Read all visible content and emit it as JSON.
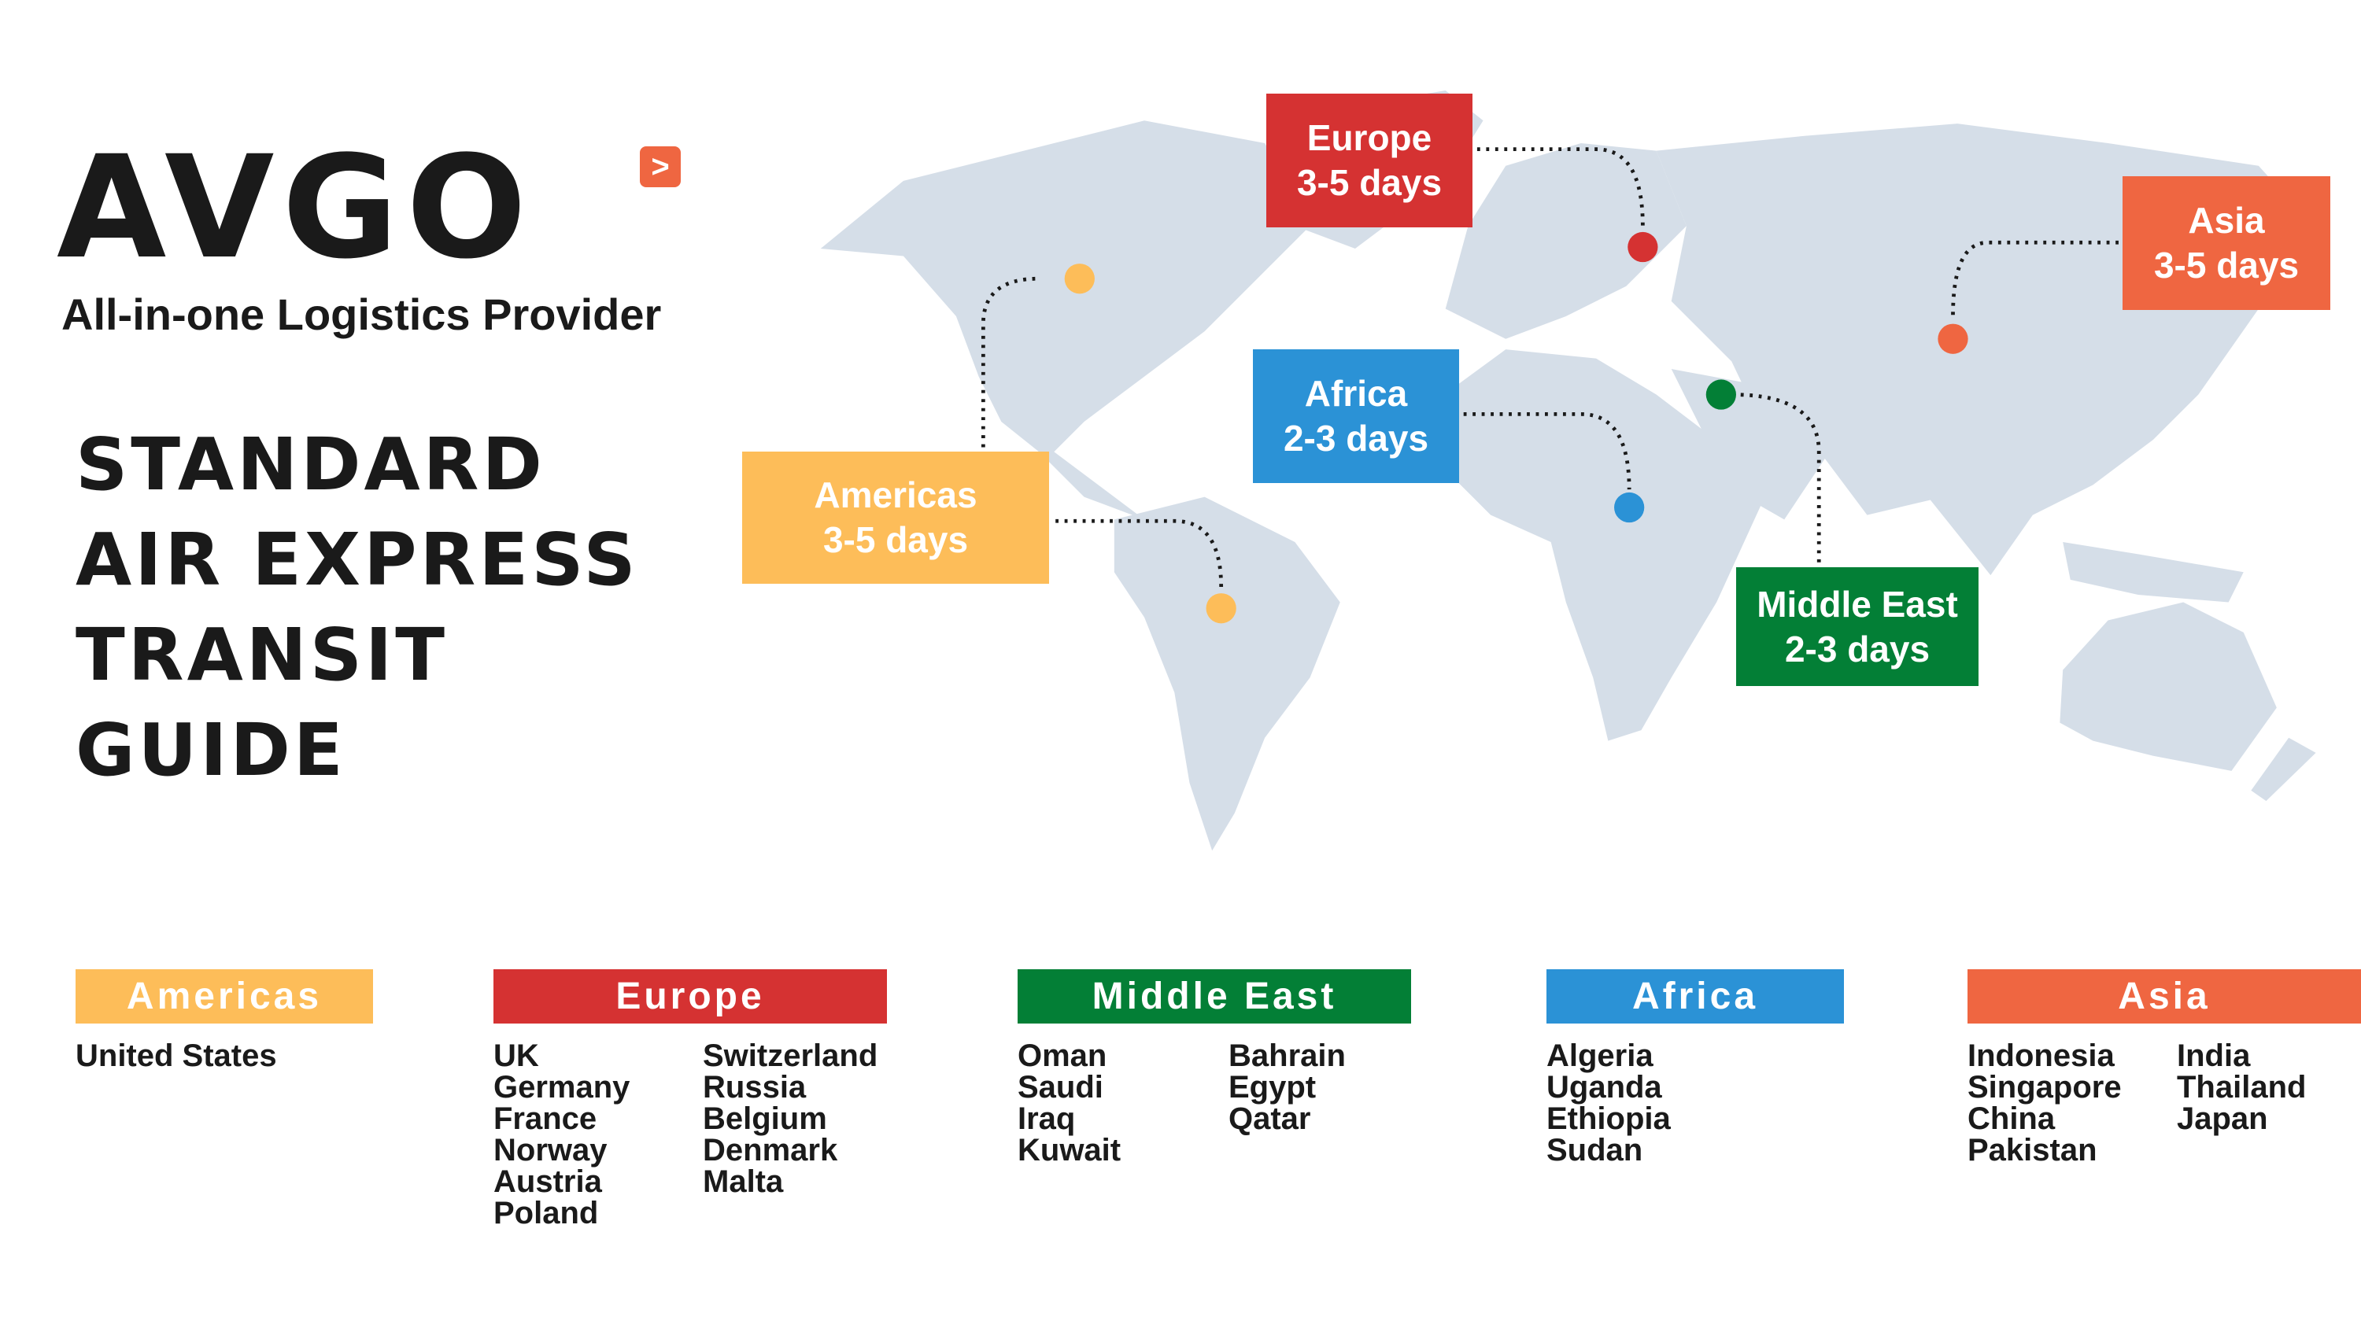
{
  "brand": {
    "logo": "AVGO",
    "badge": ">",
    "tagline": "All-in-one Logistics Provider"
  },
  "title": [
    "STANDARD",
    "AIR EXPRESS",
    "TRANSIT",
    "GUIDE"
  ],
  "colors": {
    "americas": "#fdbd59",
    "europe": "#d53232",
    "middle_east": "#037f36",
    "africa": "#2b92d6",
    "asia": "#ef6641",
    "land": "#d5dee8"
  },
  "map_tags": {
    "europe": {
      "name": "Europe",
      "days": "3-5 days"
    },
    "africa": {
      "name": "Africa",
      "days": "2-3 days"
    },
    "americas": {
      "name": "Americas",
      "days": "3-5 days"
    },
    "middle_east": {
      "name": "Middle East",
      "days": "2-3 days"
    },
    "asia": {
      "name": "Asia",
      "days": "3-5 days"
    }
  },
  "regions": [
    {
      "name": "Americas",
      "col1": [
        "United States"
      ],
      "col2": []
    },
    {
      "name": "Europe",
      "col1": [
        "UK",
        "Germany",
        "France",
        "Norway",
        "Austria",
        "Poland"
      ],
      "col2": [
        "Switzerland",
        "Russia",
        "Belgium",
        "Denmark",
        "Malta"
      ]
    },
    {
      "name": "Middle East",
      "col1": [
        "Oman",
        "Saudi",
        "Iraq",
        "Kuwait"
      ],
      "col2": [
        "Bahrain",
        "Egypt",
        "Qatar"
      ]
    },
    {
      "name": "Africa",
      "col1": [
        "Algeria",
        "Uganda",
        "Ethiopia",
        "Sudan"
      ],
      "col2": []
    },
    {
      "name": "Asia",
      "col1": [
        "Indonesia",
        "Singapore",
        "China",
        "Pakistan"
      ],
      "col2": [
        "India",
        "Thailand",
        "Japan"
      ]
    }
  ]
}
